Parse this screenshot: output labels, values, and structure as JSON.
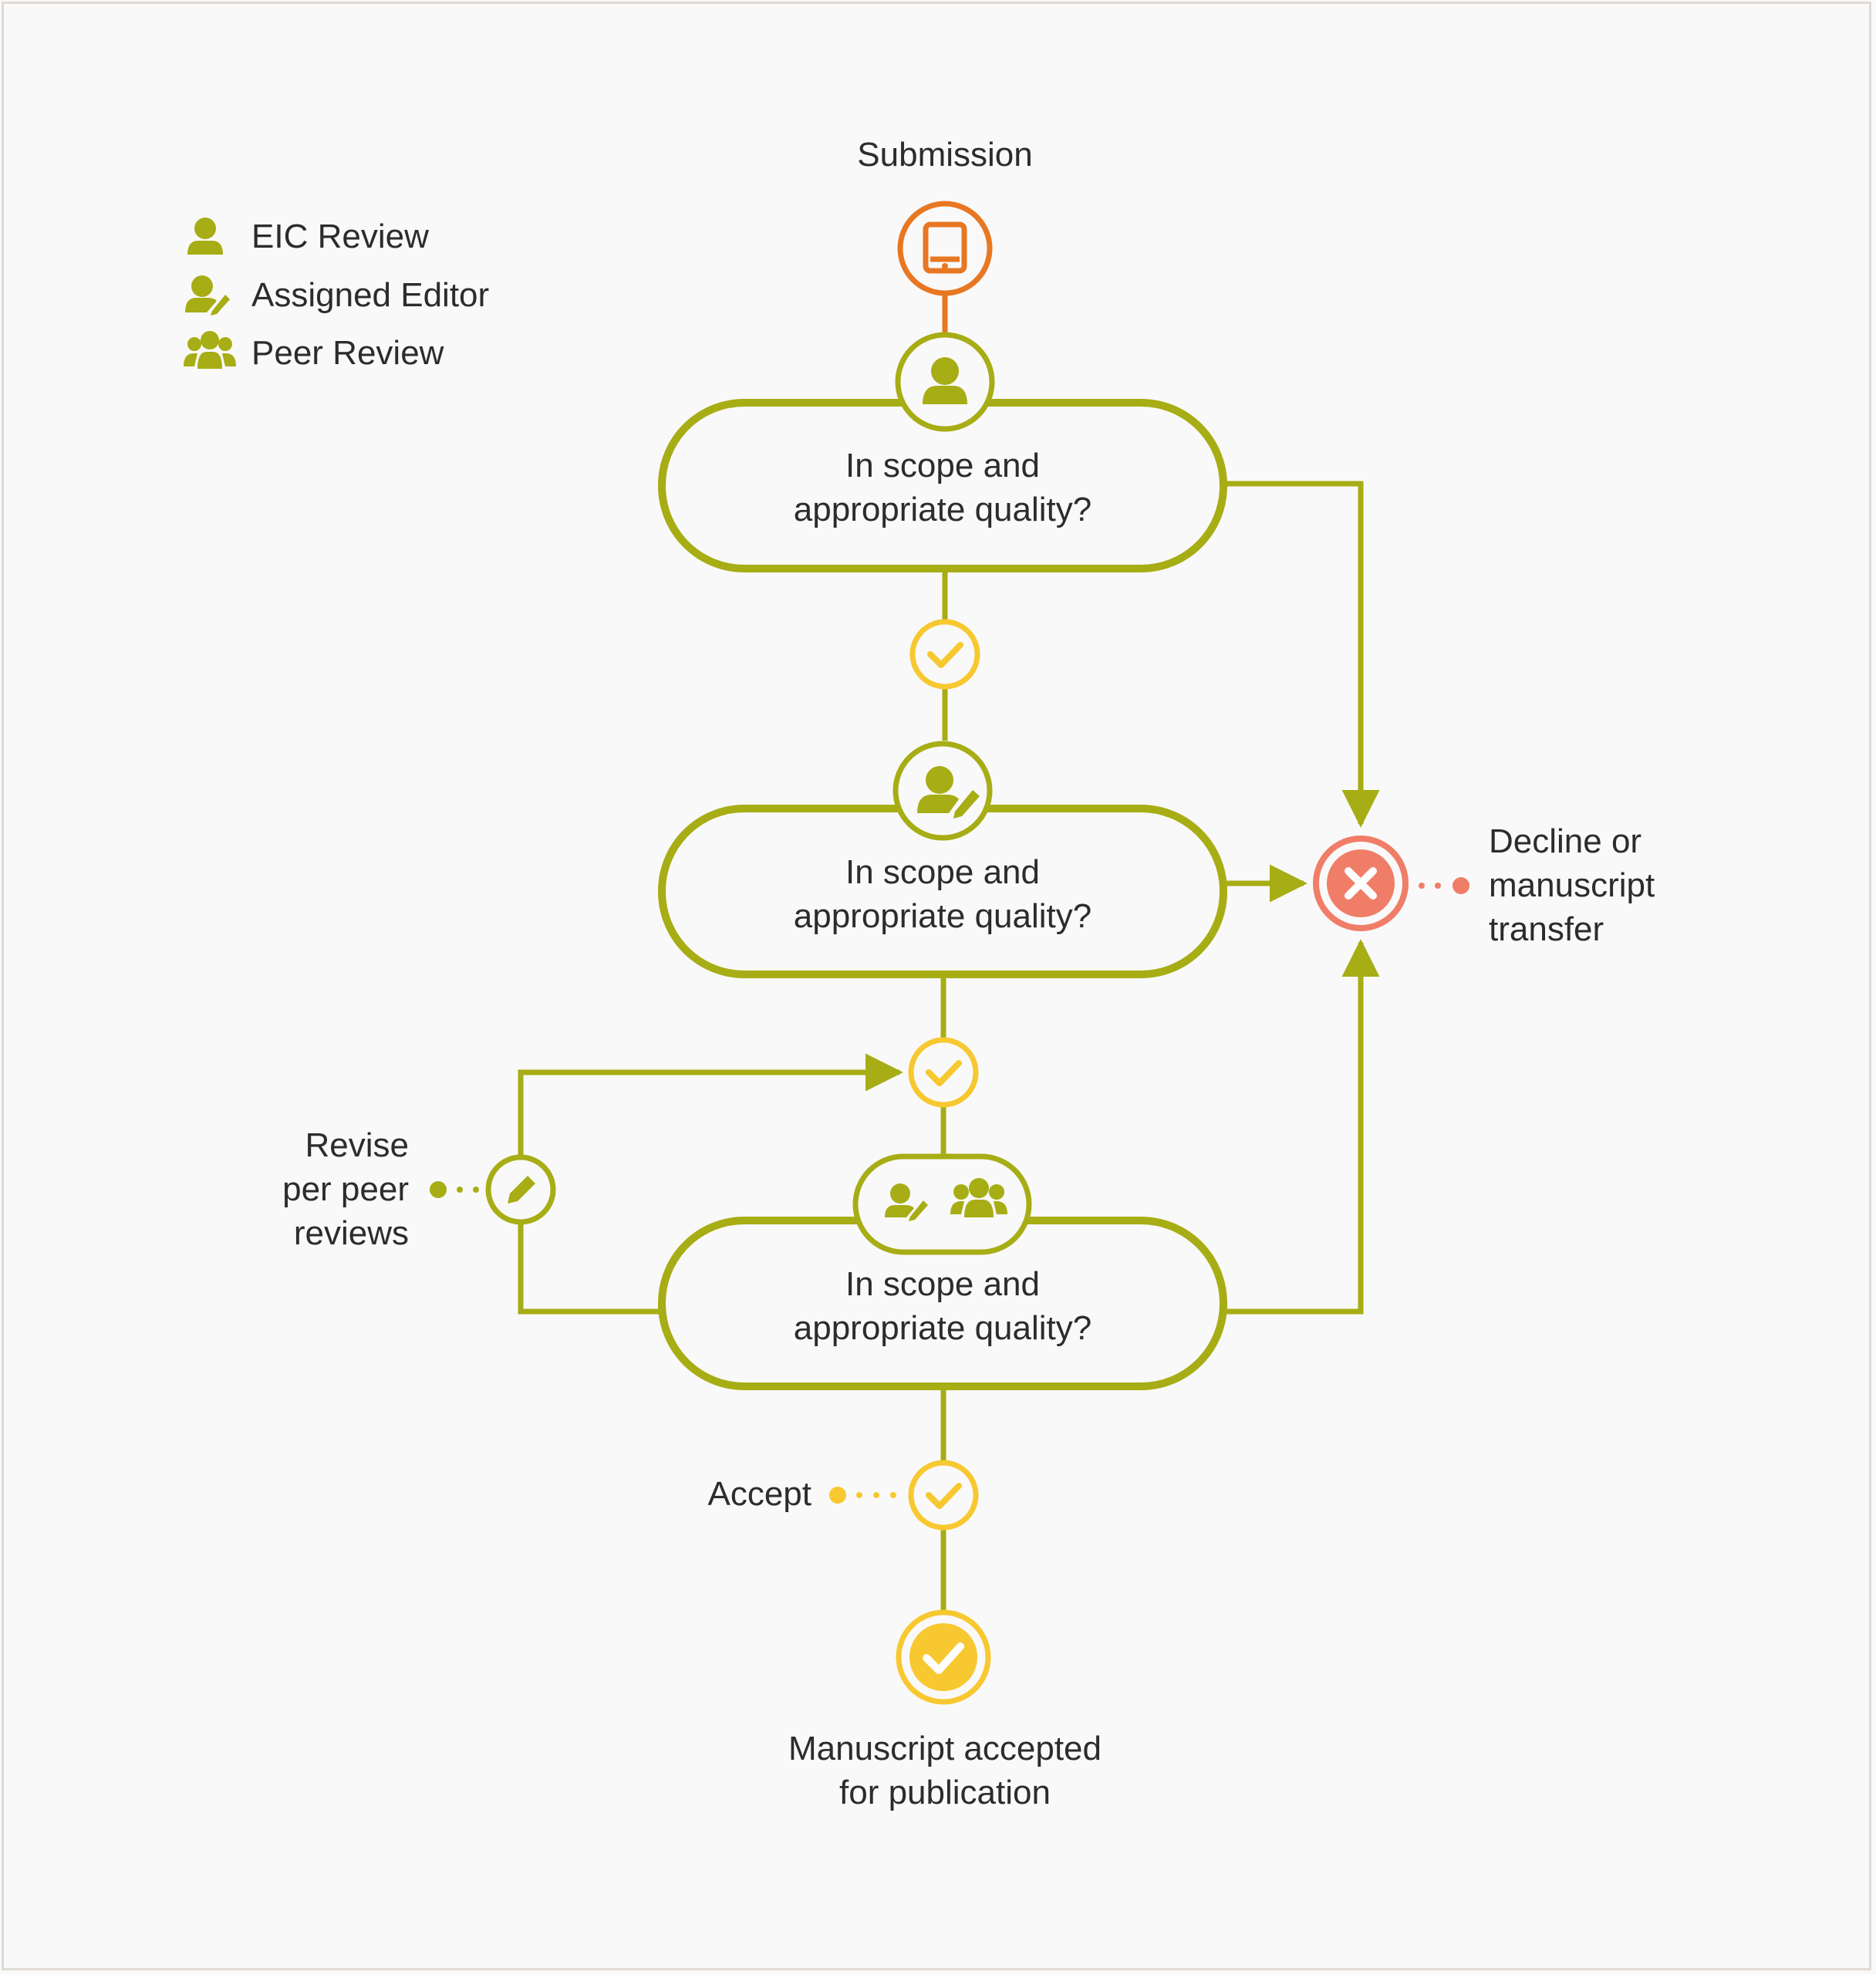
{
  "colors": {
    "background": "#f9f9f9",
    "flow_line": "#a7ad14",
    "decision_outline": "#a7ad14",
    "check_yellow": "#f7c82f",
    "decline_salmon": "#f07d67",
    "submission_orange": "#e87722",
    "text": "#2c2c2c"
  },
  "legend": {
    "items": [
      {
        "icon": "person-icon",
        "label": "EIC Review"
      },
      {
        "icon": "person-edit-icon",
        "label": "Assigned Editor"
      },
      {
        "icon": "group-icon",
        "label": "Peer Review"
      }
    ]
  },
  "flow": {
    "start_label": "Submission",
    "start_icon": "tablet-icon",
    "decisions": [
      {
        "question": "In scope and\nappropriate quality?",
        "reviewer_icons": [
          "person-icon"
        ]
      },
      {
        "question": "In scope and\nappropriate quality?",
        "reviewer_icons": [
          "person-edit-icon"
        ]
      },
      {
        "question": "In scope and\nappropriate quality?",
        "reviewer_icons": [
          "person-edit-icon",
          "group-icon"
        ]
      }
    ],
    "decline_label": "Decline or\nmanuscript\ntransfer",
    "revise_label": "Revise\nper peer\nreviews",
    "accept_label": "Accept",
    "end_label": "Manuscript accepted\nfor publication"
  }
}
